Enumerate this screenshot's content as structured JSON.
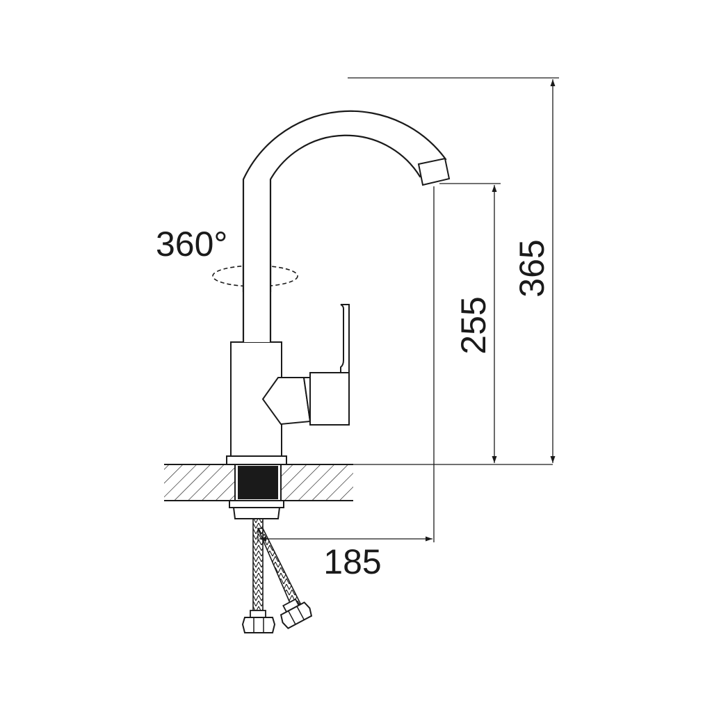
{
  "drawing": {
    "rotation_label": "360°",
    "dimensions": {
      "total_height": "365",
      "spout_height": "255",
      "spout_reach": "185"
    },
    "colors": {
      "line": "#1a1a1a",
      "background": "#ffffff"
    }
  }
}
